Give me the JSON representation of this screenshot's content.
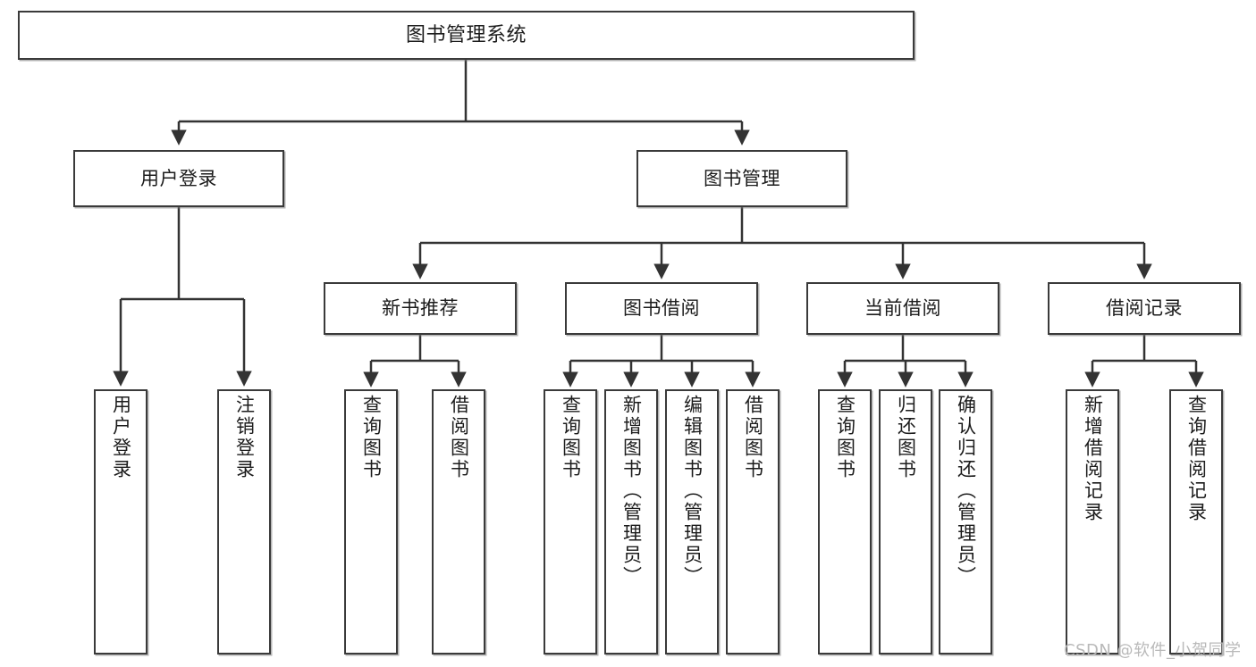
{
  "diagram": {
    "title": "图书管理系统",
    "type": "tree-hierarchy-functional-structure",
    "watermark": "CSDN @软件_小贺同学",
    "colors": {
      "box_border": "#3a3a3a",
      "box_fill": "#ffffff",
      "edge": "#333333",
      "text": "#1c1c1c",
      "watermark": "#b9b9b9"
    },
    "nodes": {
      "root": {
        "label": "图书管理系统"
      },
      "level2": [
        {
          "id": "user-login",
          "label": "用户登录"
        },
        {
          "id": "book-manage",
          "label": "图书管理"
        }
      ],
      "level3": [
        {
          "id": "new-book-recommend",
          "label": "新书推荐"
        },
        {
          "id": "book-borrow",
          "label": "图书借阅"
        },
        {
          "id": "current-borrow",
          "label": "当前借阅"
        },
        {
          "id": "borrow-record",
          "label": "借阅记录"
        }
      ],
      "leaves": {
        "user-login": [
          {
            "id": "leaf-user-login",
            "label": "用户登录"
          },
          {
            "id": "leaf-user-logout",
            "label": "注销登录"
          }
        ],
        "new-book-recommend": [
          {
            "id": "leaf-query-book-1",
            "label": "查询图书"
          },
          {
            "id": "leaf-borrow-book-1",
            "label": "借阅图书"
          }
        ],
        "book-borrow": [
          {
            "id": "leaf-query-book-2",
            "label": "查询图书"
          },
          {
            "id": "leaf-add-book",
            "label": "新增图书（管理员）"
          },
          {
            "id": "leaf-edit-book",
            "label": "编辑图书（管理员）"
          },
          {
            "id": "leaf-borrow-book-2",
            "label": "借阅图书"
          }
        ],
        "current-borrow": [
          {
            "id": "leaf-query-book-3",
            "label": "查询图书"
          },
          {
            "id": "leaf-return-book",
            "label": "归还图书"
          },
          {
            "id": "leaf-confirm-return",
            "label": "确认归还（管理员）"
          }
        ],
        "borrow-record": [
          {
            "id": "leaf-add-record",
            "label": "新增借阅记录"
          },
          {
            "id": "leaf-query-record",
            "label": "查询借阅记录"
          }
        ]
      }
    }
  }
}
